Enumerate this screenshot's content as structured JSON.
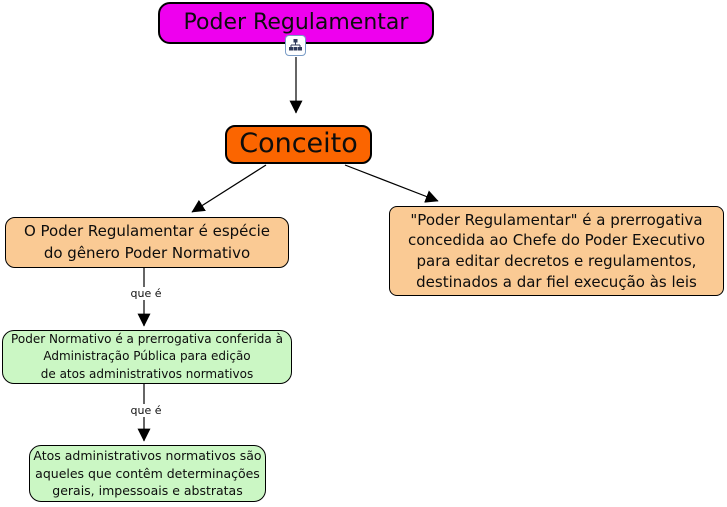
{
  "diagram": {
    "type": "concept-map",
    "root": {
      "label": "Poder Regulamentar"
    },
    "concept": {
      "label": "Conceito"
    },
    "nodes": [
      {
        "id": "especie",
        "text": "O Poder Regulamentar é espécie\ndo gênero Poder Normativo"
      },
      {
        "id": "prerrogativa",
        "text": "\"Poder Regulamentar\" é a prerrogativa\nconcedida ao Chefe do Poder Executivo\npara editar decretos e regulamentos,\ndestinados a dar fiel execução às leis"
      },
      {
        "id": "poder-normativo-definicao",
        "text": "Poder Normativo é a prerrogativa conferida à\nAdministração Pública para edição\nde atos administrativos normativos"
      },
      {
        "id": "atos-administrativos-definicao",
        "text": "Atos administrativos normativos são\naqueles que contêm determinações\ngerais, impessoais e abstratas"
      }
    ],
    "links": [
      {
        "label": "que é"
      },
      {
        "label": "que é"
      }
    ],
    "icons": {
      "linked_cmap": "org-chart-icon"
    },
    "colors": {
      "root_magenta": "#EE00EE",
      "concept_orange": "#FB6500",
      "definition_peach": "#FACA94",
      "definition_green": "#CBF7C4",
      "connector_black": "#000000",
      "icon_border_blue": "#7A9CC6"
    }
  }
}
